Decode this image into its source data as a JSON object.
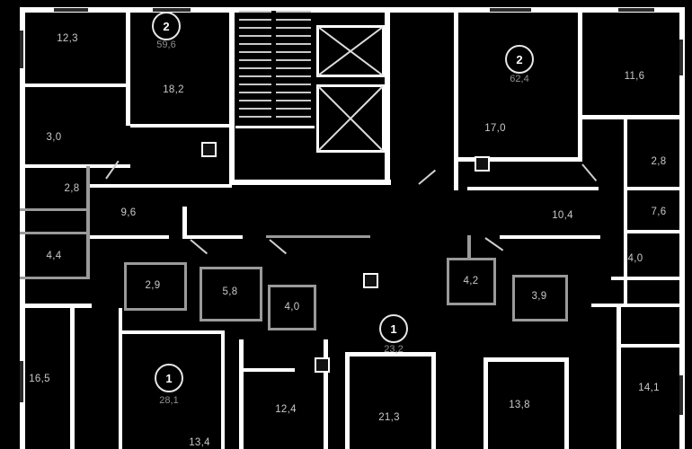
{
  "plan": {
    "background": "#000000",
    "wall_primary": "#ffffff",
    "wall_secondary": "#9a9a9a",
    "label_color": "#c9c9c9",
    "apartment_area_color": "#8f8f8f"
  },
  "rooms": [
    {
      "area": "12,3"
    },
    {
      "area": "18,2"
    },
    {
      "area": "3,0"
    },
    {
      "area": "2,8"
    },
    {
      "area": "9,6"
    },
    {
      "area": "4,4"
    },
    {
      "area": "2,9"
    },
    {
      "area": "5,8"
    },
    {
      "area": "4,0"
    },
    {
      "area": "16,5"
    },
    {
      "area": "12,4"
    },
    {
      "area": "13,4"
    },
    {
      "area": "21,3"
    },
    {
      "area": "4,2"
    },
    {
      "area": "3,9"
    },
    {
      "area": "13,8"
    },
    {
      "area": "14,1"
    },
    {
      "area": "17,0"
    },
    {
      "area": "11,6"
    },
    {
      "area": "2,8"
    },
    {
      "area": "10,4"
    },
    {
      "area": "7,6"
    },
    {
      "area": "4,0"
    }
  ],
  "apartments": [
    {
      "rooms": "2",
      "area": "59,6"
    },
    {
      "rooms": "2",
      "area": "62,4"
    },
    {
      "rooms": "1",
      "area": "28,1"
    },
    {
      "rooms": "1",
      "area": "23,2"
    }
  ]
}
